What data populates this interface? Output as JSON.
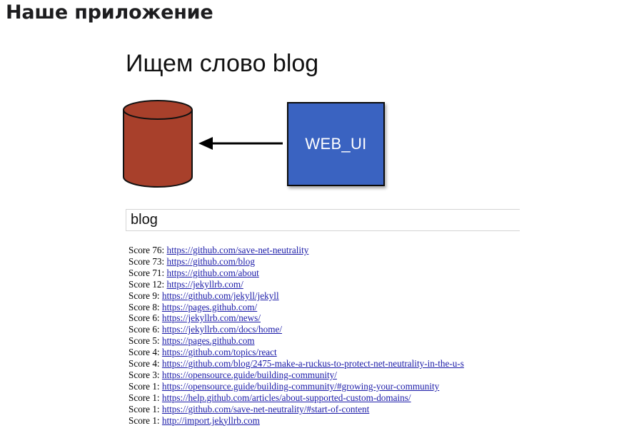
{
  "header": {
    "title": "Наше приложение"
  },
  "slide": {
    "title": "Ищем слово blog"
  },
  "diagram": {
    "database_icon": "database-cylinder-icon",
    "database_color": "#a8402b",
    "webui_label": "WEB_UI",
    "webui_color": "#3a63c1"
  },
  "search": {
    "value": "blog"
  },
  "results": [
    {
      "score": "Score 76:",
      "url": "https://github.com/save-net-neutrality"
    },
    {
      "score": "Score 73:",
      "url": "https://github.com/blog"
    },
    {
      "score": "Score 71:",
      "url": "https://github.com/about"
    },
    {
      "score": "Score 12:",
      "url": "https://jekyllrb.com/"
    },
    {
      "score": "Score 9:",
      "url": "https://github.com/jekyll/jekyll"
    },
    {
      "score": "Score 8:",
      "url": "https://pages.github.com/"
    },
    {
      "score": "Score 6:",
      "url": "https://jekyllrb.com/news/"
    },
    {
      "score": "Score 6:",
      "url": "https://jekyllrb.com/docs/home/"
    },
    {
      "score": "Score 5:",
      "url": "https://pages.github.com"
    },
    {
      "score": "Score 4:",
      "url": "https://github.com/topics/react"
    },
    {
      "score": "Score 4:",
      "url": "https://github.com/blog/2475-make-a-ruckus-to-protect-net-neutrality-in-the-u-s"
    },
    {
      "score": "Score 3:",
      "url": "https://opensource.guide/building-community/"
    },
    {
      "score": "Score 1:",
      "url": "https://opensource.guide/building-community/#growing-your-community"
    },
    {
      "score": "Score 1:",
      "url": "https://help.github.com/articles/about-supported-custom-domains/"
    },
    {
      "score": "Score 1:",
      "url": "https://github.com/save-net-neutrality/#start-of-content"
    },
    {
      "score": "Score 1:",
      "url": "http://import.jekyllrb.com"
    }
  ]
}
